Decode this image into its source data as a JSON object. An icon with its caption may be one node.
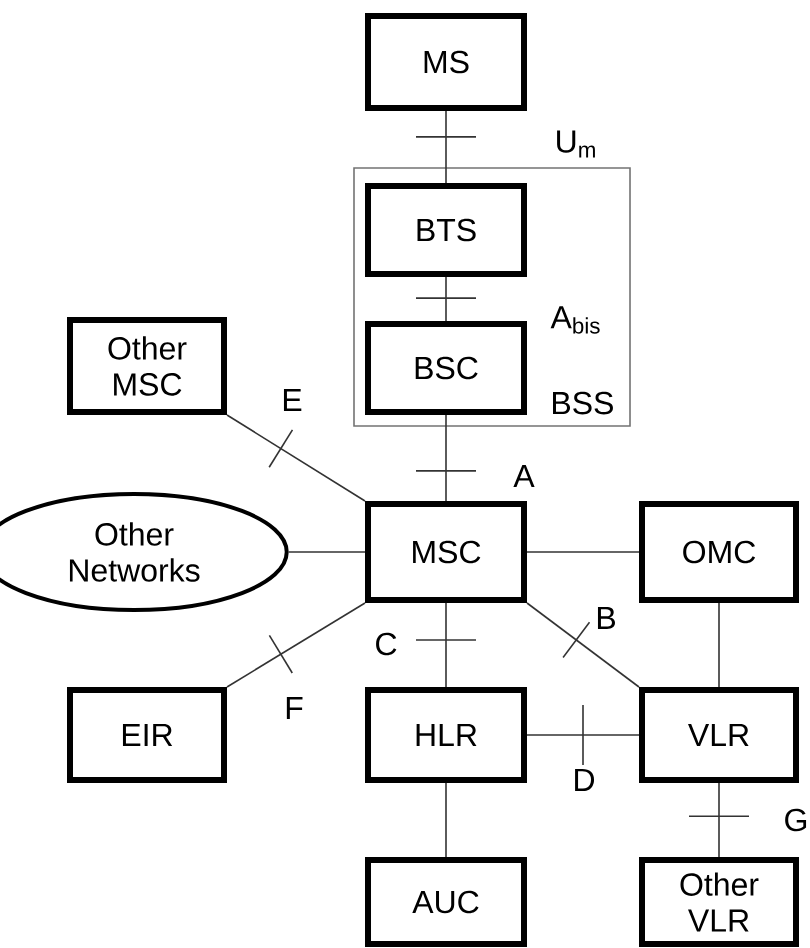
{
  "diagram": {
    "nodes": [
      {
        "text": [
          "MS"
        ]
      },
      {
        "text": [
          "BSS"
        ]
      },
      {
        "text": [
          "BTS"
        ],
        "in": 1
      },
      {
        "text": [
          "BSC"
        ],
        "in": 1
      },
      {
        "text": [
          "Other MSC"
        ]
      },
      {
        "text": [
          "Other Networks"
        ]
      },
      {
        "text": [
          "MSC"
        ]
      },
      {
        "text": [
          "OMC"
        ]
      },
      {
        "text": [
          "EIR"
        ]
      },
      {
        "text": [
          "HLR"
        ]
      },
      {
        "text": [
          "VLR"
        ]
      },
      {
        "text": [
          "AUC"
        ]
      },
      {
        "text": [
          "Other VLR"
        ]
      }
    ],
    "edges": [
      {
        "from": 0,
        "to": 2,
        "arrow": "none",
        "label": "U$_{m}$"
      },
      {
        "from": 2,
        "to": 3,
        "arrow": "none",
        "label": "A$_{bis}$"
      },
      {
        "from": 3,
        "to": 6,
        "arrow": "none",
        "label": "A"
      },
      {
        "from": 4,
        "to": 6,
        "arrow": "none",
        "label": "E"
      },
      {
        "from": 5,
        "to": 6,
        "arrow": "none"
      },
      {
        "from": 6,
        "to": 7,
        "arrow": "none"
      },
      {
        "from": 6,
        "to": 10,
        "arrow": "none",
        "label": "B"
      },
      {
        "from": 6,
        "to": 8,
        "arrow": "none",
        "label": "F"
      },
      {
        "from": 6,
        "to": 9,
        "arrow": "none",
        "label": "C"
      },
      {
        "from": 7,
        "to": 10,
        "arrow": "none"
      },
      {
        "from": 9,
        "to": 10,
        "arrow": "none",
        "label": "D"
      },
      {
        "from": 9,
        "to": 11,
        "arrow": "none"
      },
      {
        "from": 10,
        "to": 12,
        "arrow": "none",
        "label": "G"
      }
    ]
  }
}
